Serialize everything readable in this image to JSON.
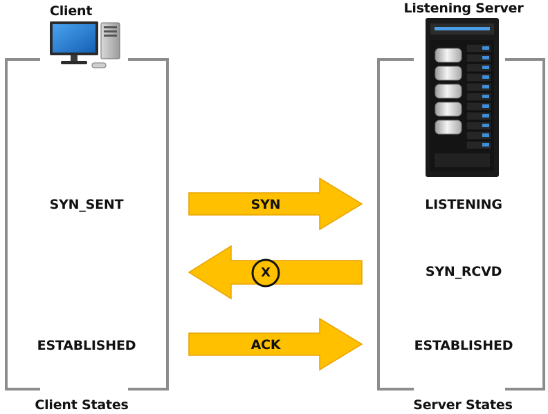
{
  "client": {
    "title": "Client",
    "states_caption": "Client States",
    "states": [
      "SYN_SENT",
      "ESTABLISHED"
    ]
  },
  "server": {
    "title": "Listening Server",
    "states_caption": "Server States",
    "states": [
      "LISTENING",
      "SYN_RCVD",
      "ESTABLISHED"
    ]
  },
  "messages": [
    {
      "label": "SYN",
      "direction": "client-to-server"
    },
    {
      "label": "X",
      "direction": "server-to-client",
      "marker": "x-circle"
    },
    {
      "label": "ACK",
      "direction": "client-to-server"
    }
  ],
  "colors": {
    "arrow_fill": "#FFC000",
    "arrow_stroke": "#E8A200",
    "bracket": "#8C8C8C",
    "monitor_screen": "#1E73C8",
    "server_body": "#1A1A1A",
    "server_led": "#3F8FD8"
  },
  "icons": [
    "desktop-computer-icon",
    "rack-server-icon",
    "x-circle-icon"
  ]
}
